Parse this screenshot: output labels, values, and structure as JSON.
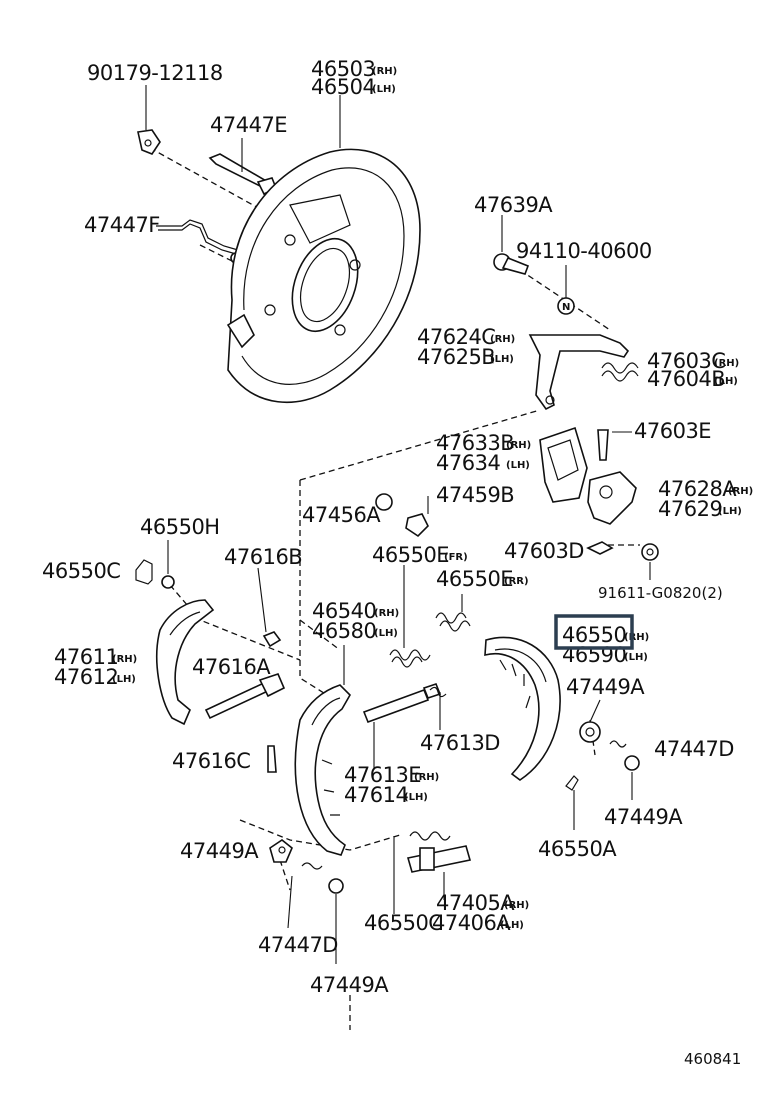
{
  "diagram": {
    "labels": {
      "p90179": "90179-12118",
      "p46503": "46503",
      "p46504": "46504",
      "p47447E": "47447E",
      "p47447F": "47447F",
      "p47639A": "47639A",
      "p94110": "94110-40600",
      "p47624C": "47624C",
      "p47625B": "47625B",
      "p47603C": "47603C",
      "p47604B": "47604B",
      "p47633B": "47633B",
      "p47634": "47634",
      "p47603E": "47603E",
      "p47628A": "47628A",
      "p47629": "47629",
      "p47456A": "47456A",
      "p47459B": "47459B",
      "p46550H": "46550H",
      "p46550C_top": "46550C",
      "p47616B": "47616B",
      "p46550E_fr": "46550E",
      "p46550E_rr": "46550E",
      "p47603D": "47603D",
      "p91611": "91611-G0820(2)",
      "p46540": "46540",
      "p46580": "46580",
      "p46550": "46550",
      "p46590": "46590",
      "p47611": "47611",
      "p47612": "47612",
      "p47616A": "47616A",
      "p47449A_right": "47449A",
      "p47613D": "47613D",
      "p47447D_right": "47447D",
      "p47616C": "47616C",
      "p47613E": "47613E",
      "p47614": "47614",
      "p47449A_right2": "47449A",
      "p46550A": "46550A",
      "p47449A_left": "47449A",
      "p47405A": "47405A",
      "p47406A": "47406A",
      "p47447D_left": "47447D",
      "p46550C_bottom": "46550C",
      "p47449A_bottom": "47449A"
    },
    "suffix": {
      "rh": "(RH)",
      "lh": "(LH)",
      "fr": "(FR)",
      "rr": "(RR)"
    },
    "reference_number": "460841",
    "highlight_color": "#2c3e50"
  }
}
